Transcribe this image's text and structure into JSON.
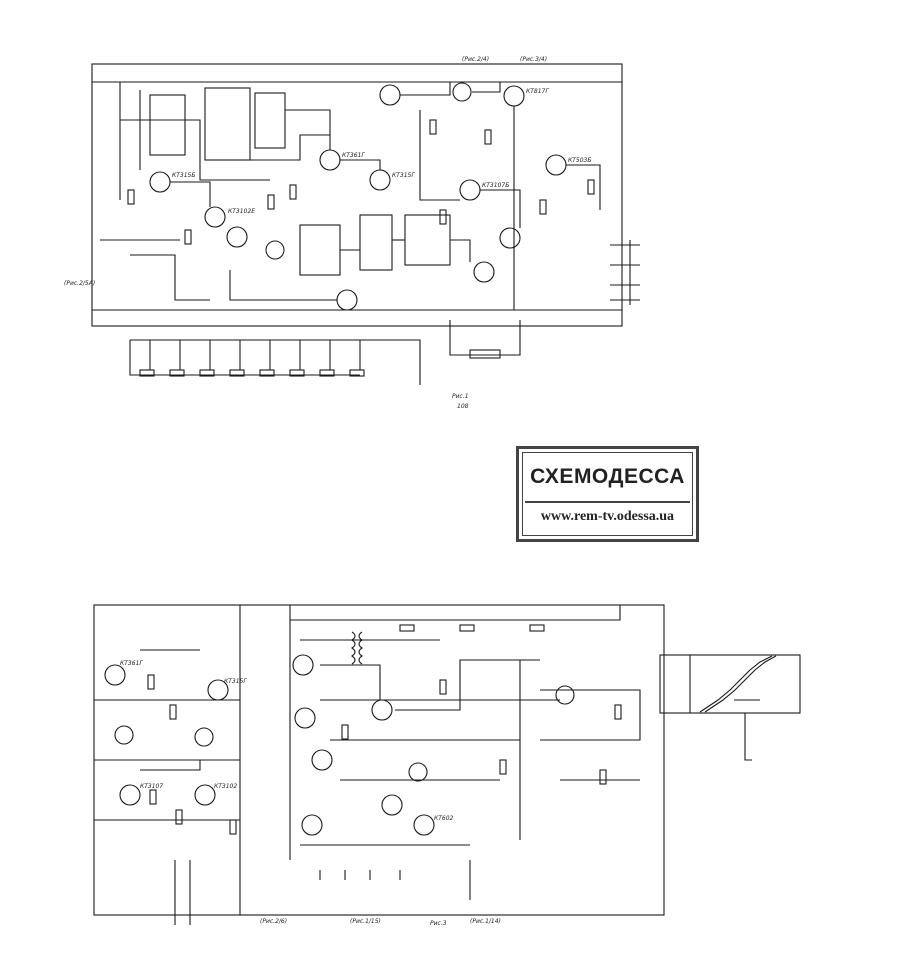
{
  "watermark": {
    "title": "СХЕМОДЕССА",
    "url": "www.rem-tv.odessa.ua"
  },
  "labels": {
    "top_caption": "Рис.1",
    "bottom_caption": "Рис.3",
    "top_refs": [
      "(Рис.2/4)",
      "(Рис.3/4)",
      "(Рис.2/5А)"
    ],
    "bottom_refs": [
      "(Рис.2/6)",
      "(Рис.1/15)",
      "(Рис.1/14)"
    ],
    "page_mark": "108"
  },
  "transistors_top": [
    "КТ315Б",
    "КТ3102Е",
    "КТ361Г",
    "КТ315Г",
    "КТ3107Б",
    "КТ503Б",
    "КТ817Г"
  ],
  "transistors_bottom": [
    "КТ361Г",
    "КТ315Г",
    "КТ3107",
    "КТ3102",
    "КТ602"
  ],
  "colors": {
    "ink": "#1a1a1a",
    "paper": "#ffffff",
    "stamp_border": "#444444"
  }
}
